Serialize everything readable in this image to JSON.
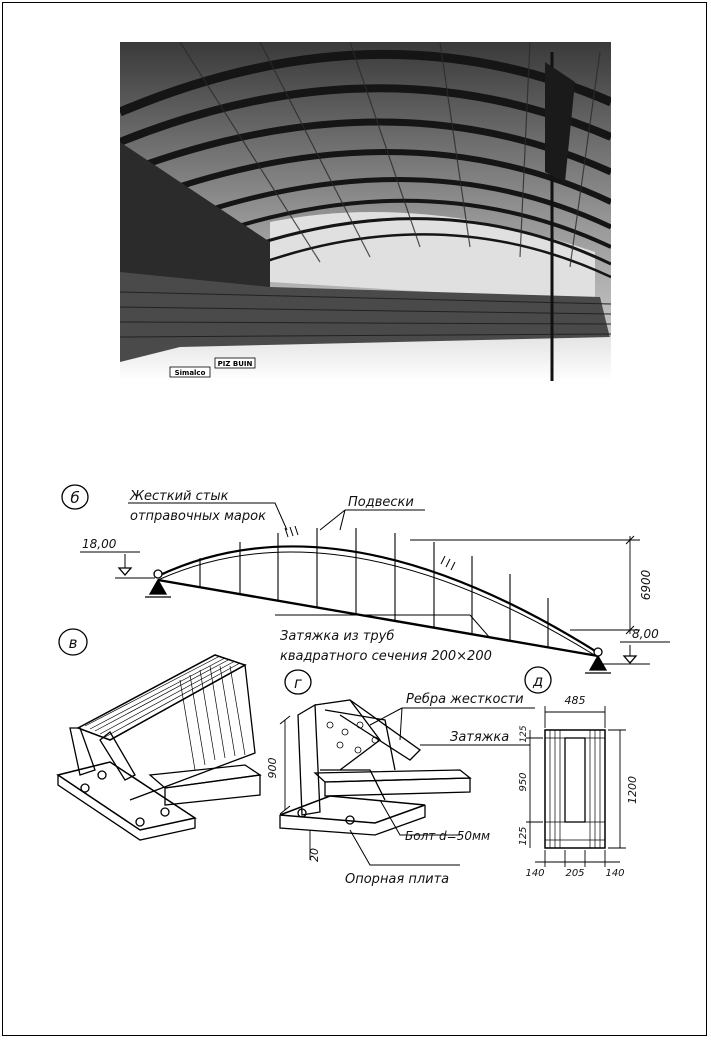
{
  "figure": {
    "panels": {
      "b": {
        "letter": "б",
        "dim_height": "6900",
        "left_level": "18,00",
        "right_level": "8,00"
      },
      "v": {
        "letter": "в"
      },
      "g": {
        "letter": "г",
        "dim_height": "900",
        "dim_plate": "20"
      },
      "d": {
        "letter": "д",
        "dim_width": "485",
        "dim_total": "1200",
        "dim_950": "950",
        "dim_125_top": "125",
        "dim_125_bot": "125",
        "dim_140_left": "140",
        "dim_205": "205",
        "dim_140_right": "140"
      }
    },
    "labels": {
      "rigid_joint_line1": "Жесткий стык",
      "rigid_joint_line2": "отправочных марок",
      "hangers": "Подвески",
      "tie_line1": "Затяжка из труб",
      "tie_line2": "квадратного сечения 200×200",
      "stiffening_ribs": "Ребра жесткости",
      "tie": "Затяжка",
      "bolt": "Болт d=50мм",
      "base_plate": "Опорная плита"
    },
    "photo_signs": {
      "sign1": "Simalco",
      "sign2": "PIZ BUIN"
    }
  }
}
